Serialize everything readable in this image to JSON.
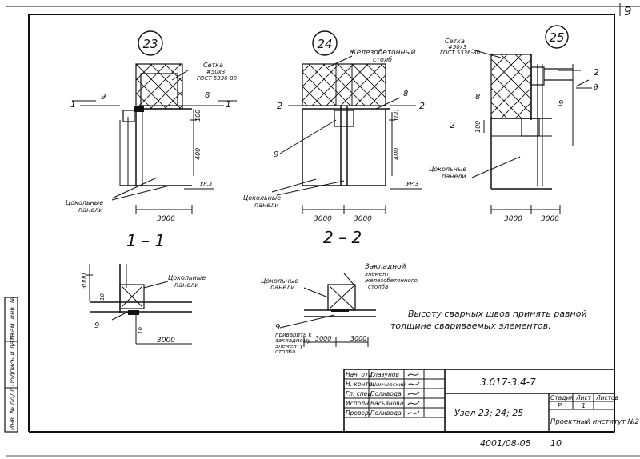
{
  "sheet_number": "9",
  "details": {
    "d23": {
      "number": "23",
      "mesh_label_1": "Сетка",
      "mesh_label_2": "#50x3",
      "mesh_label_3": "ГОСТ 5336-80",
      "marks": [
        "1",
        "1",
        "9",
        "8",
        "100",
        "400",
        "УР.3"
      ],
      "base_label_1": "Цокольные",
      "base_label_2": "панели",
      "dim": "3000"
    },
    "d24": {
      "number": "24",
      "column_label_1": "Железобетонный",
      "column_label_2": "столб",
      "marks": [
        "2",
        "2",
        "8",
        "100",
        "9",
        "400",
        "УР.3"
      ],
      "base_label_1": "Цокольные",
      "base_label_2": "панели",
      "dim_left": "3000",
      "dim_right": "3000"
    },
    "d25": {
      "number": "25",
      "mesh_label_1": "Сетка",
      "mesh_label_2": "#50x3",
      "mesh_label_3": "ГОСТ 5336-80",
      "marks": [
        "2",
        "2",
        "8",
        "9",
        "100",
        "∂"
      ],
      "base_label_1": "Цокольные",
      "base_label_2": "панели",
      "dim_left": "3000",
      "dim_right": "3000"
    }
  },
  "sections": {
    "s11": {
      "title": "1 – 1",
      "label_1": "Цокольные",
      "label_2": "панели",
      "marks": [
        "3000",
        "10",
        "9",
        "10"
      ],
      "dim": "3000"
    },
    "s22": {
      "title": "2 – 2",
      "label_1": "Цокольные",
      "label_2": "панели",
      "emb_1": "Закладной",
      "emb_2": "элемент",
      "emb_3": "железобетонного",
      "emb_4": "столба",
      "mark": "9",
      "weld_1": "приварить к",
      "weld_2": "закладному",
      "weld_3": "элементу",
      "weld_4": "столба",
      "dim_left": "3000",
      "dim_right": "3000"
    }
  },
  "note_line_1": "Высоту сварных швов принять равной",
  "note_line_2": "толщине свариваемых элементов.",
  "title_block": {
    "rows": [
      {
        "role": "Нач. отд.",
        "name": "Глазунов"
      },
      {
        "role": "Н. контр.",
        "name": "Шимчевский"
      },
      {
        "role": "Гл. спец.",
        "name": "Поливода"
      },
      {
        "role": "Исполн.",
        "name": "Васьянова"
      },
      {
        "role": "Провер.",
        "name": "Поливода"
      }
    ],
    "doc_code": "3.017-3.4-7",
    "title": "Узел 23; 24; 25",
    "stage_header": "Стадия",
    "sheet_header": "Лист",
    "sheets_header": "Листов",
    "stage": "Р",
    "sheet": "1",
    "institute": "Проектный институт №2"
  },
  "side_stamp": [
    "Инв. № подл.",
    "Подпись и дата",
    "Взам. инв. №"
  ],
  "bottom_code": "4001/08-05",
  "bottom_page": "10"
}
